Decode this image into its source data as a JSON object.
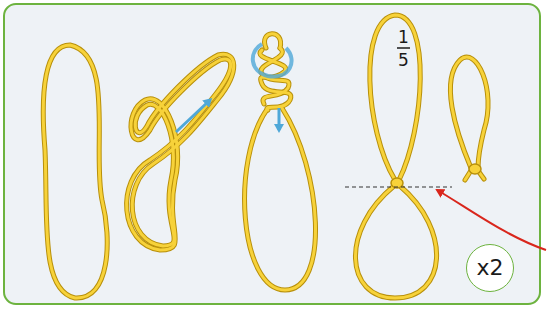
{
  "diagram": {
    "nodes": [
      {
        "text": [
          "x2"
        ]
      }
    ],
    "labels": [
      "1",
      "5"
    ]
  }
}
